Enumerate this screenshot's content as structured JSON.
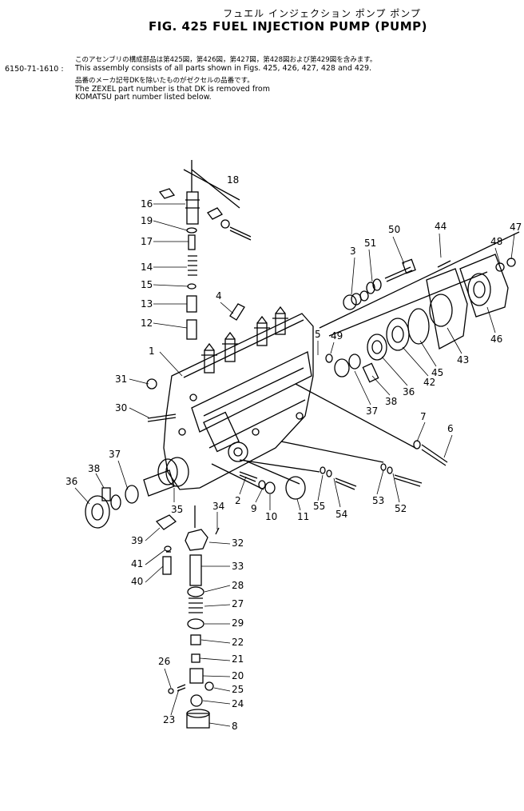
{
  "header": {
    "title_jp": "フュエル インジェクション ポンプ ポンプ",
    "title_en": "FIG. 425   FUEL  INJECTION  PUMP  (PUMP)",
    "part_number": "6150-71-1610 :",
    "note_jp_1": "このアセンブリの構成部品は第425図，第426図，第427図，第428図および第429図を含みます。",
    "note_en_1": "This assembly consists of all parts shown in Figs. 425, 426, 427, 428 and 429.",
    "note_jp_2": "品番のメーカ記号DKを除いたものがゼクセルの品番です。",
    "note_en_2": "The ZEXEL part number is that DK is removed from",
    "note_en_3": "KOMATSU part number listed below."
  },
  "callouts": [
    "1",
    "2",
    "3",
    "4",
    "5",
    "6",
    "7",
    "8",
    "9",
    "10",
    "11",
    "12",
    "13",
    "14",
    "15",
    "16",
    "17",
    "18",
    "19",
    "20",
    "21",
    "22",
    "23",
    "24",
    "25",
    "26",
    "27",
    "28",
    "29",
    "30",
    "31",
    "32",
    "33",
    "34",
    "35",
    "36",
    "37",
    "38",
    "39",
    "40",
    "41",
    "42",
    "43",
    "44",
    "45",
    "46",
    "47",
    "48",
    "49",
    "50",
    "51",
    "52",
    "53",
    "54",
    "55",
    "36",
    "37",
    "38"
  ]
}
